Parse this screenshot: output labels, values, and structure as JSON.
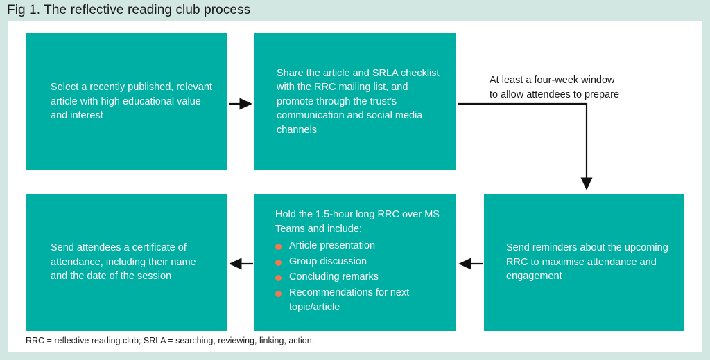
{
  "figure": {
    "title": "Fig 1. The reflective reading club process",
    "footnote": "RRC = reflective reading club; SRLA = searching, reviewing, linking, action."
  },
  "colors": {
    "page_background": "#d3e7e2",
    "card_background": "#ffffff",
    "box_fill": "#00afa3",
    "box_text": "#ffffff",
    "bullet": "#f3774e",
    "arrow": "#1a1a1a"
  },
  "diagram": {
    "type": "flowchart",
    "steps": [
      {
        "id": "box1",
        "order": 1,
        "text": "Select a recently published, relevant article with high educational value and interest"
      },
      {
        "id": "box2",
        "order": 2,
        "text": "Share the article and SRLA checklist with the RRC mailing list, and promote through the trust’s communication and social media channels"
      },
      {
        "id": "box3",
        "order": 3,
        "text": "Send reminders about the upcoming RRC to maximise attendance and engagement"
      },
      {
        "id": "box4",
        "order": 4,
        "heading": "Hold the 1.5-hour long RRC over MS Teams and include:",
        "bullets": [
          "Article presentation",
          "Group discussion",
          "Concluding remarks",
          "Recommendations for next topic/article"
        ]
      },
      {
        "id": "box5",
        "order": 5,
        "text": "Send attendees a certificate of attendance, including their name and the date of the session"
      }
    ],
    "annotations": [
      {
        "id": "wait-note",
        "text": "At least a four-week window\nto allow attendees to prepare"
      }
    ],
    "connectors": [
      {
        "id": "arrow-1-to-2",
        "from": "box1",
        "to": "box2",
        "direction": "right"
      },
      {
        "id": "arrow-2-to-3",
        "from": "box2",
        "to": "box3",
        "direction": "elbow-right-down"
      },
      {
        "id": "arrow-3-to-4",
        "from": "box3",
        "to": "box4",
        "direction": "left"
      },
      {
        "id": "arrow-4-to-5",
        "from": "box4",
        "to": "box5",
        "direction": "left"
      }
    ]
  }
}
